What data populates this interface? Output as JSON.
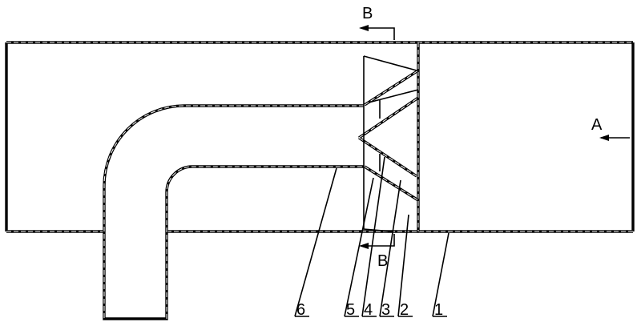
{
  "section_marks": {
    "top": "B",
    "bottom": "B",
    "view": "A"
  },
  "labels": [
    "6",
    "5",
    "4",
    "3",
    "2",
    "1"
  ]
}
